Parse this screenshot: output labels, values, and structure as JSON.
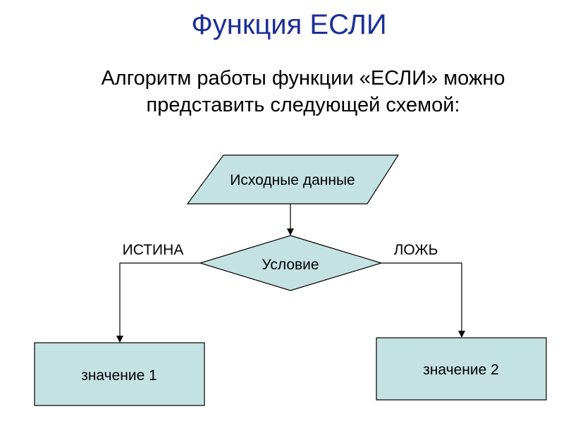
{
  "slide": {
    "title": "Функция ЕСЛИ",
    "subtitle_line1": "Алгоритм работы функции «ЕСЛИ» можно",
    "subtitle_line2": "представить следующей схемой:"
  },
  "diagram": {
    "input_block": "Исходные данные",
    "condition_block": "Условие",
    "true_branch_label": "ИСТИНА",
    "false_branch_label": "ЛОЖЬ",
    "result_left": "значение 1",
    "result_right": "значение 2"
  },
  "colors": {
    "title": "#1c2f96",
    "shape_fill": "#c5e2e2",
    "line": "#000000"
  }
}
